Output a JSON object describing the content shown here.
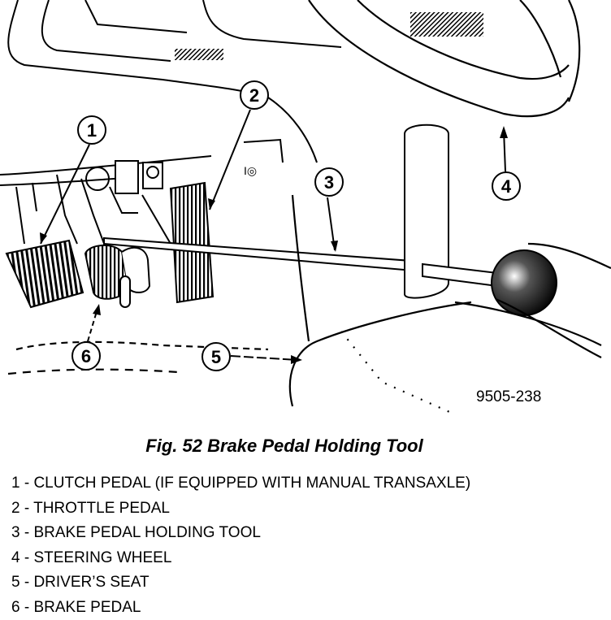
{
  "figure": {
    "drawing_code": "9505-238",
    "caption": "Fig. 52 Brake Pedal Holding Tool"
  },
  "callouts": [
    {
      "number": "1"
    },
    {
      "number": "2"
    },
    {
      "number": "3"
    },
    {
      "number": "4"
    },
    {
      "number": "5"
    },
    {
      "number": "6"
    }
  ],
  "legend": [
    {
      "text": "1 - CLUTCH PEDAL (IF EQUIPPED WITH MANUAL TRANSAXLE)"
    },
    {
      "text": "2 - THROTTLE PEDAL"
    },
    {
      "text": "3 - BRAKE PEDAL HOLDING TOOL"
    },
    {
      "text": "4 - STEERING WHEEL"
    },
    {
      "text": "5 - DRIVER’S SEAT"
    },
    {
      "text": "6 - BRAKE PEDAL"
    }
  ],
  "icon_names": [
    "clutch-pedal-drawing",
    "throttle-pedal-drawing",
    "brake-pedal-drawing",
    "holding-tool-drawing",
    "steering-wheel-drawing",
    "drivers-seat-drawing"
  ]
}
